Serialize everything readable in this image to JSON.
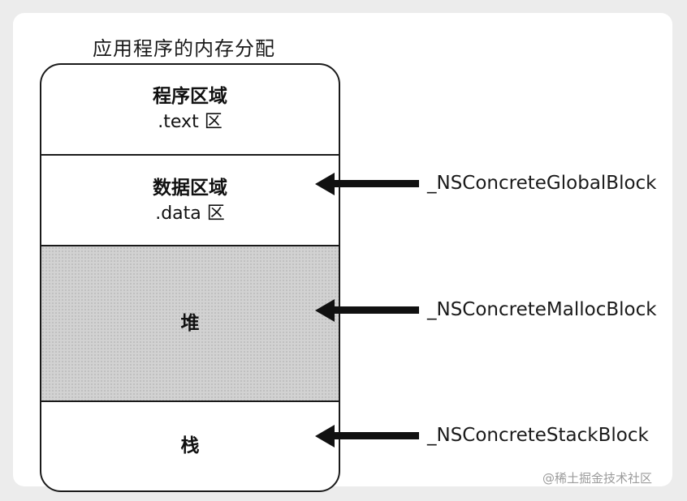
{
  "diagram": {
    "title": "应用程序的内存分配",
    "segments": [
      {
        "name": "程序区域",
        "sub": ".text 区"
      },
      {
        "name": "数据区域",
        "sub": ".data 区"
      },
      {
        "name": "堆"
      },
      {
        "name": "栈"
      }
    ],
    "pointers": [
      {
        "label": "_NSConcreteGlobalBlock"
      },
      {
        "label": "_NSConcreteMallocBlock"
      },
      {
        "label": "_NSConcreteStackBlock"
      }
    ],
    "colors": {
      "heap_fill": "#d2d2d2",
      "stroke": "#111111"
    }
  },
  "watermark": "@稀土掘金技术社区"
}
